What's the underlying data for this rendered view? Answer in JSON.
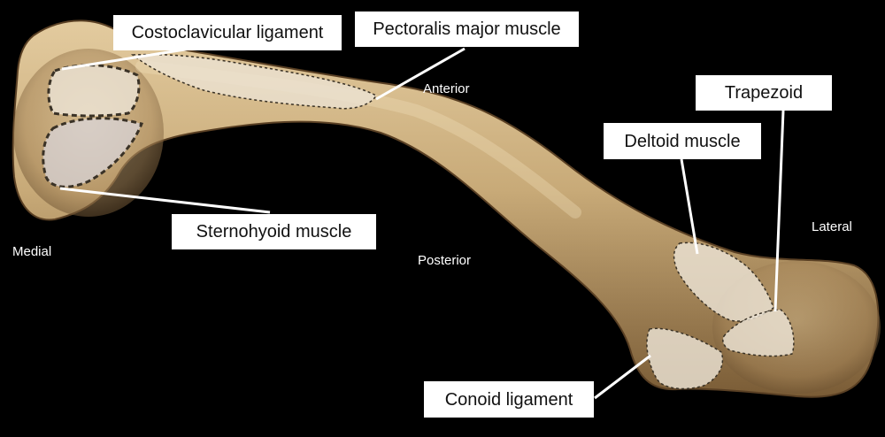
{
  "colors": {
    "background": "#000000",
    "bone_light": "#d9c096",
    "bone_mid": "#b08f5e",
    "bone_dark": "#6e5230",
    "attachment_fill": "#ece3d4",
    "attachment_outline": "#3a3226",
    "leader_line": "#ffffff",
    "label_bg": "#ffffff",
    "label_text": "#111111",
    "orientation_text": "#ffffff"
  },
  "labels": {
    "costoclavicular": "Costoclavicular ligament",
    "pectoralis": "Pectoralis major muscle",
    "sternohyoid": "Sternohyoid muscle",
    "deltoid": "Deltoid muscle",
    "trapezoid": "Trapezoid",
    "conoid": "Conoid ligament"
  },
  "orientation": {
    "anterior": "Anterior",
    "posterior": "Posterior",
    "medial": "Medial",
    "lateral": "Lateral"
  }
}
